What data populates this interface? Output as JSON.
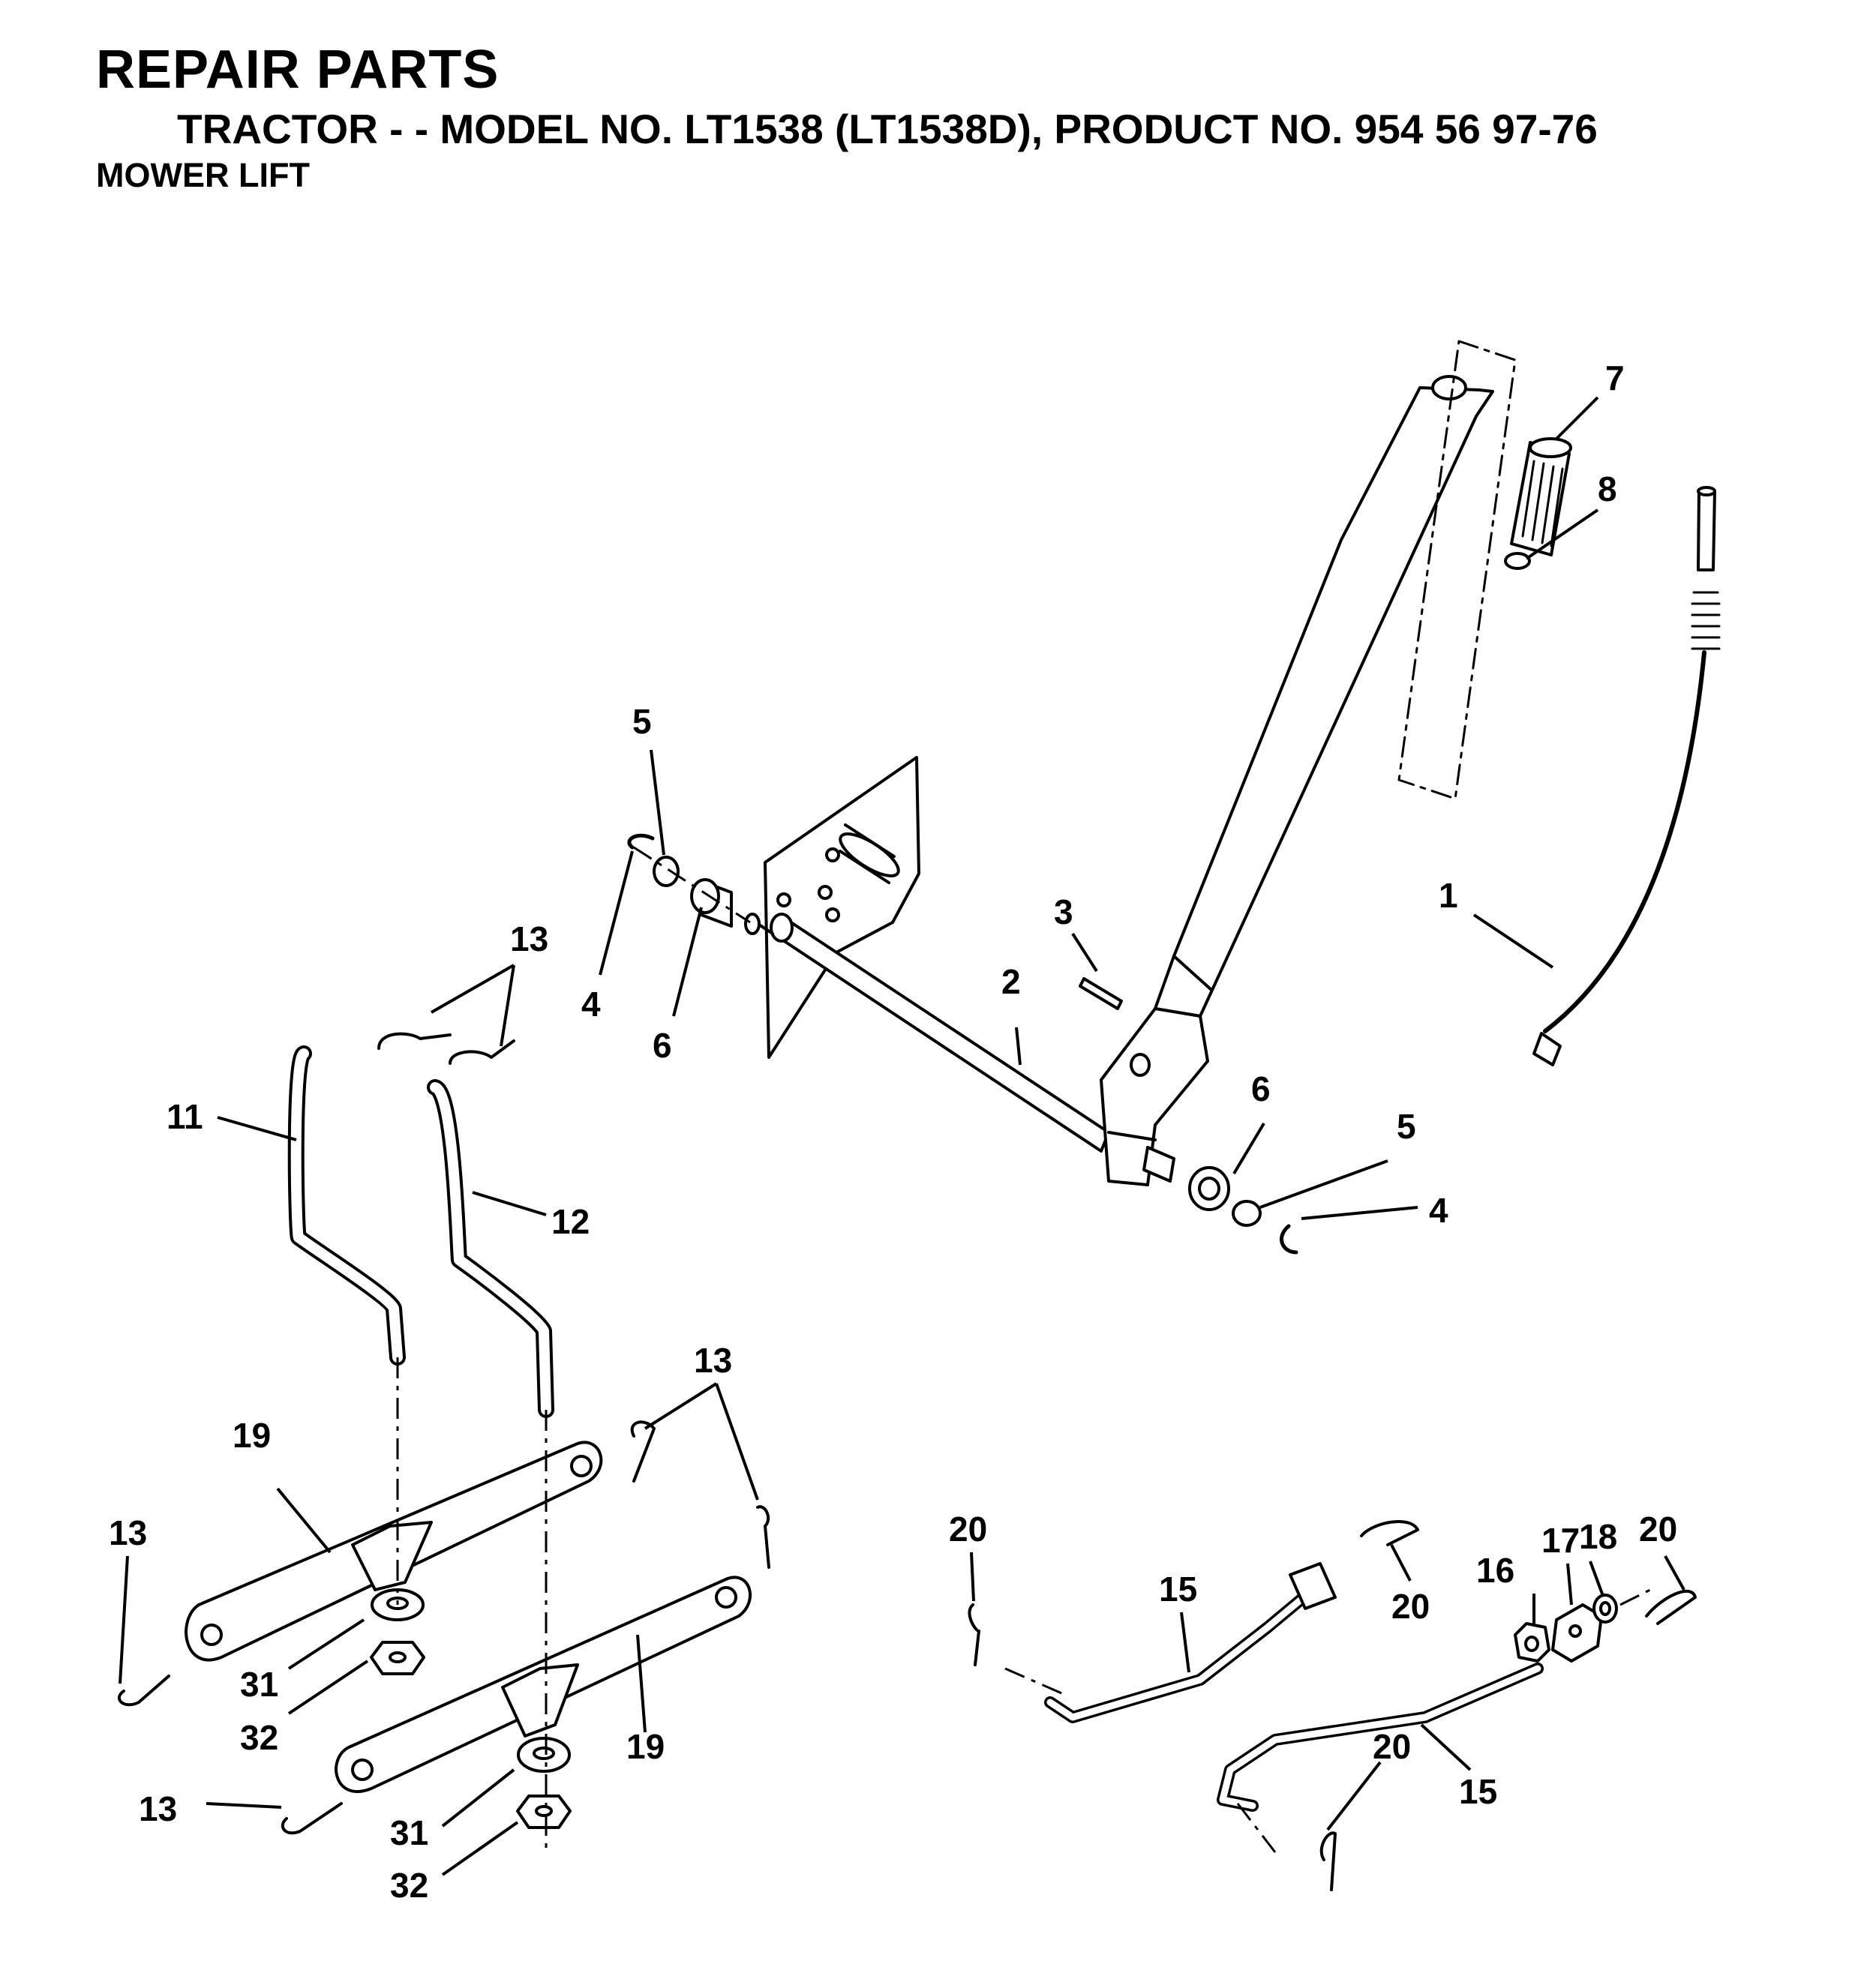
{
  "header": {
    "title": "REPAIR PARTS",
    "subtitle": "TRACTOR - - MODEL NO. LT1538 (LT1538D), PRODUCT NO. 954 56 97-76",
    "section": "MOWER LIFT"
  },
  "callouts": [
    {
      "id": "c7",
      "label": "7"
    },
    {
      "id": "c8",
      "label": "8"
    },
    {
      "id": "c5a",
      "label": "5"
    },
    {
      "id": "c3",
      "label": "3"
    },
    {
      "id": "c1",
      "label": "1"
    },
    {
      "id": "c13a",
      "label": "13"
    },
    {
      "id": "c4a",
      "label": "4"
    },
    {
      "id": "c6a",
      "label": "6"
    },
    {
      "id": "c2",
      "label": "2"
    },
    {
      "id": "c11",
      "label": "11"
    },
    {
      "id": "c12",
      "label": "12"
    },
    {
      "id": "c6b",
      "label": "6"
    },
    {
      "id": "c5b",
      "label": "5"
    },
    {
      "id": "c4b",
      "label": "4"
    },
    {
      "id": "c13b",
      "label": "13"
    },
    {
      "id": "c19a",
      "label": "19"
    },
    {
      "id": "c13c",
      "label": "13"
    },
    {
      "id": "c31a",
      "label": "31"
    },
    {
      "id": "c32a",
      "label": "32"
    },
    {
      "id": "c19b",
      "label": "19"
    },
    {
      "id": "c13d",
      "label": "13"
    },
    {
      "id": "c31b",
      "label": "31"
    },
    {
      "id": "c32b",
      "label": "32"
    },
    {
      "id": "c20a",
      "label": "20"
    },
    {
      "id": "c15a",
      "label": "15"
    },
    {
      "id": "c20b",
      "label": "20"
    },
    {
      "id": "c16",
      "label": "16"
    },
    {
      "id": "c17",
      "label": "17"
    },
    {
      "id": "c18",
      "label": "18"
    },
    {
      "id": "c20c",
      "label": "20"
    },
    {
      "id": "c20d",
      "label": "20"
    },
    {
      "id": "c15b",
      "label": "15"
    }
  ]
}
